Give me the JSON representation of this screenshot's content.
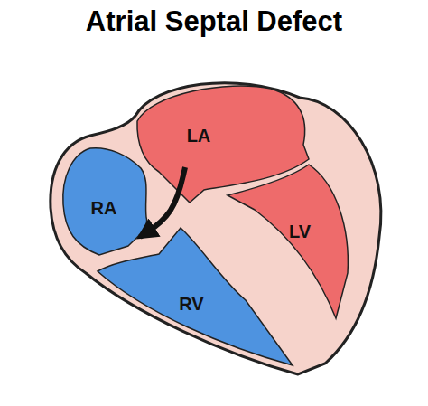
{
  "diagram": {
    "title": "Atrial Septal Defect",
    "nodes": [
      {
        "text": [
          "LA"
        ]
      },
      {
        "text": [
          "RA"
        ]
      },
      {
        "text": [
          "LV"
        ]
      },
      {
        "text": [
          "RV"
        ]
      }
    ],
    "edges": [
      {
        "from": 0,
        "to": 1,
        "arrow": "to"
      }
    ]
  }
}
